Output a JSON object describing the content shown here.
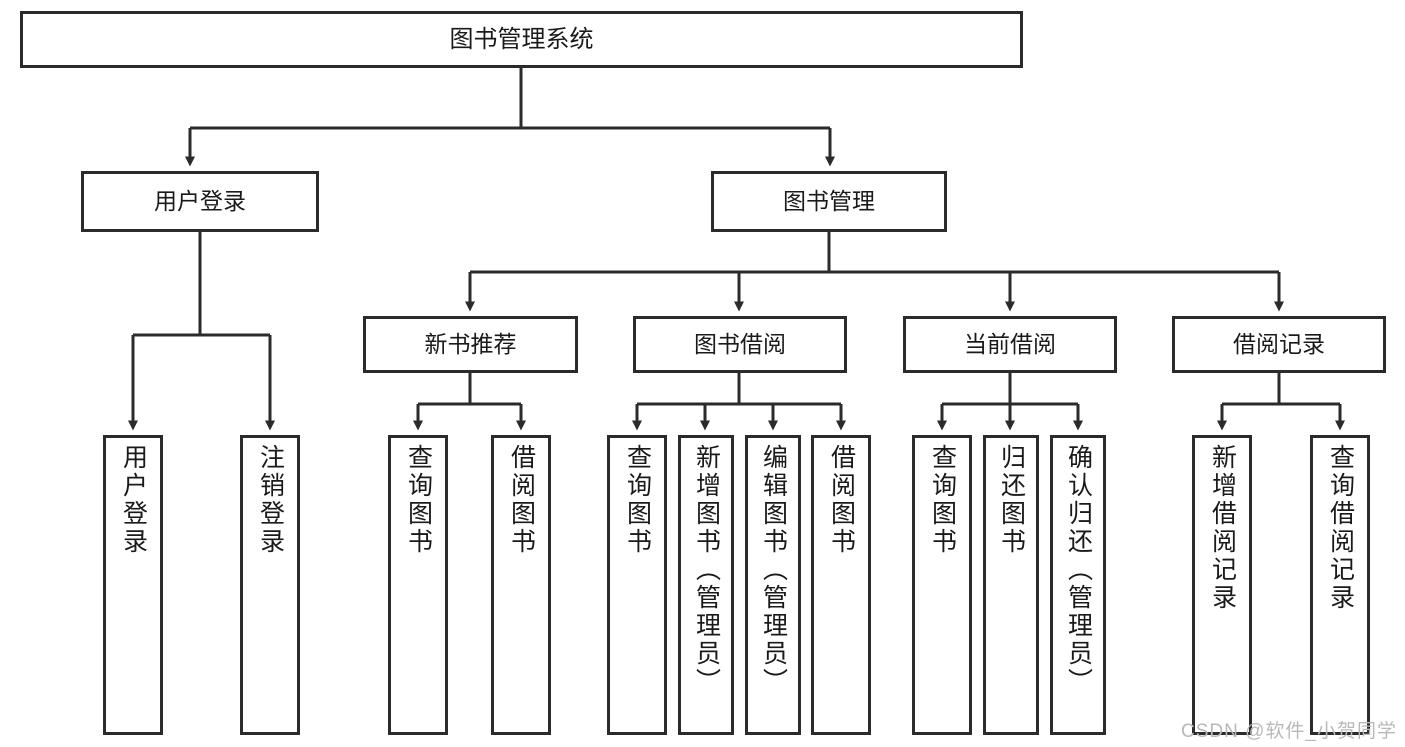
{
  "diagram": {
    "type": "hierarchy-tree",
    "title": "图书管理系统",
    "colors": {
      "stroke": "#2b2b2b",
      "fill": "#ffffff",
      "text": "#1a1a1a",
      "watermark": "#b9b9b9"
    },
    "levels": {
      "root": {
        "label": "图书管理系统"
      },
      "level2": [
        {
          "label": "用户登录"
        },
        {
          "label": "图书管理"
        }
      ],
      "level3": [
        {
          "label": "新书推荐"
        },
        {
          "label": "图书借阅"
        },
        {
          "label": "当前借阅"
        },
        {
          "label": "借阅记录"
        }
      ],
      "leaves": {
        "user_login": [
          {
            "label": "用户登录"
          },
          {
            "label": "注销登录"
          }
        ],
        "new_book": [
          {
            "label": "查询图书"
          },
          {
            "label": "借阅图书"
          }
        ],
        "book_borrow": [
          {
            "label": "查询图书"
          },
          {
            "label": "新增图书（管理员）"
          },
          {
            "label": "编辑图书（管理员）"
          },
          {
            "label": "借阅图书"
          }
        ],
        "current_borrow": [
          {
            "label": "查询图书"
          },
          {
            "label": "归还图书"
          },
          {
            "label": "确认归还（管理员）"
          }
        ],
        "borrow_record": [
          {
            "label": "新增借阅记录"
          },
          {
            "label": "查询借阅记录"
          }
        ]
      }
    }
  },
  "watermark": {
    "text": "CSDN @软件_小贺同学"
  }
}
